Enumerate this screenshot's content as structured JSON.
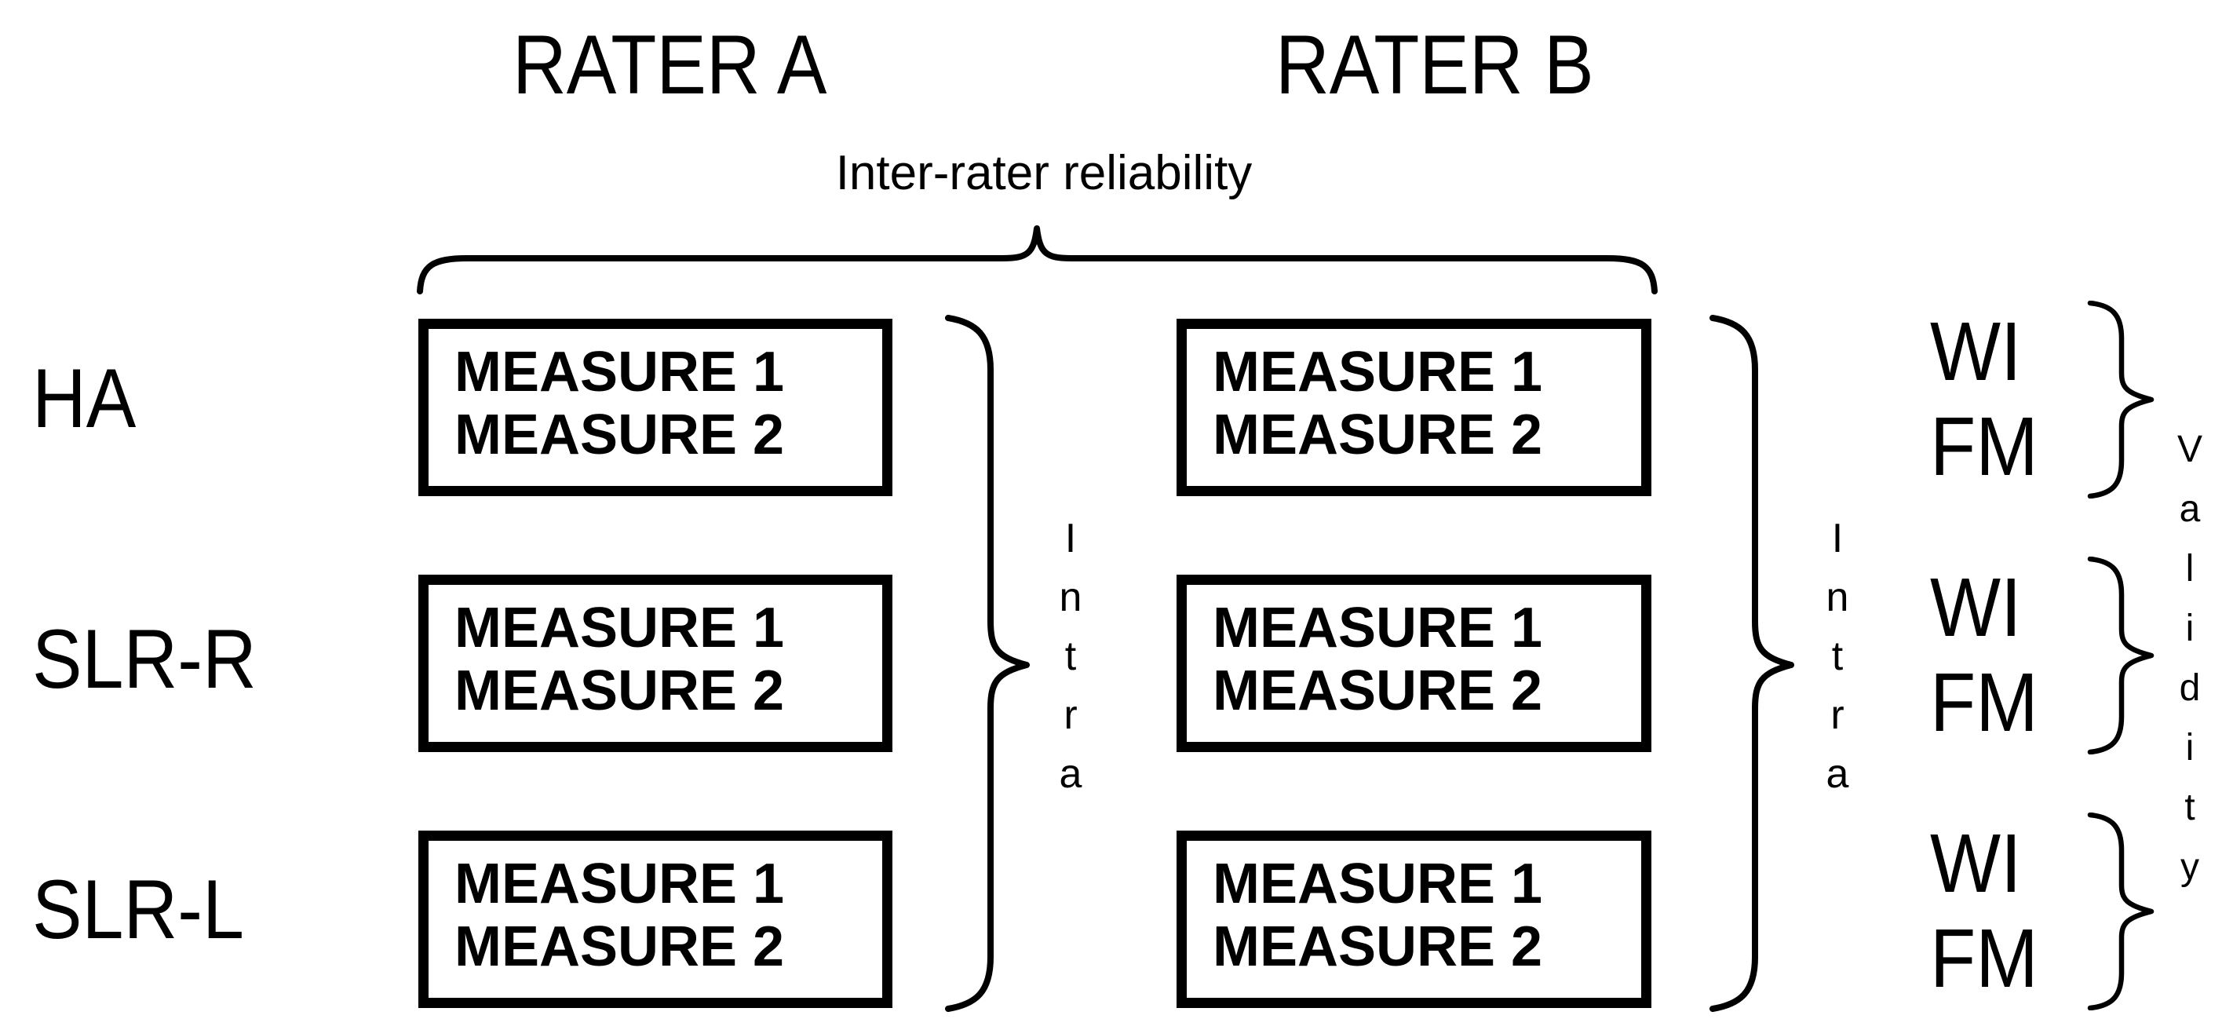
{
  "figure": {
    "rater_a_title": "RATER A",
    "rater_b_title": "RATER B",
    "inter_rater_label": "Inter-rater reliability",
    "intra_label": "Intra",
    "validity_label": "Validity",
    "rows": [
      {
        "label": "HA",
        "measures": [
          "MEASURE 1",
          "MEASURE 2"
        ],
        "outcomes": [
          "WI",
          "FM"
        ]
      },
      {
        "label": "SLR-R",
        "measures": [
          "MEASURE 1",
          "MEASURE 2"
        ],
        "outcomes": [
          "WI",
          "FM"
        ]
      },
      {
        "label": "SLR-L",
        "measures": [
          "MEASURE 1",
          "MEASURE 2"
        ],
        "outcomes": [
          "WI",
          "FM"
        ]
      }
    ],
    "colors": {
      "ink": "#000000",
      "background": "#ffffff"
    }
  }
}
